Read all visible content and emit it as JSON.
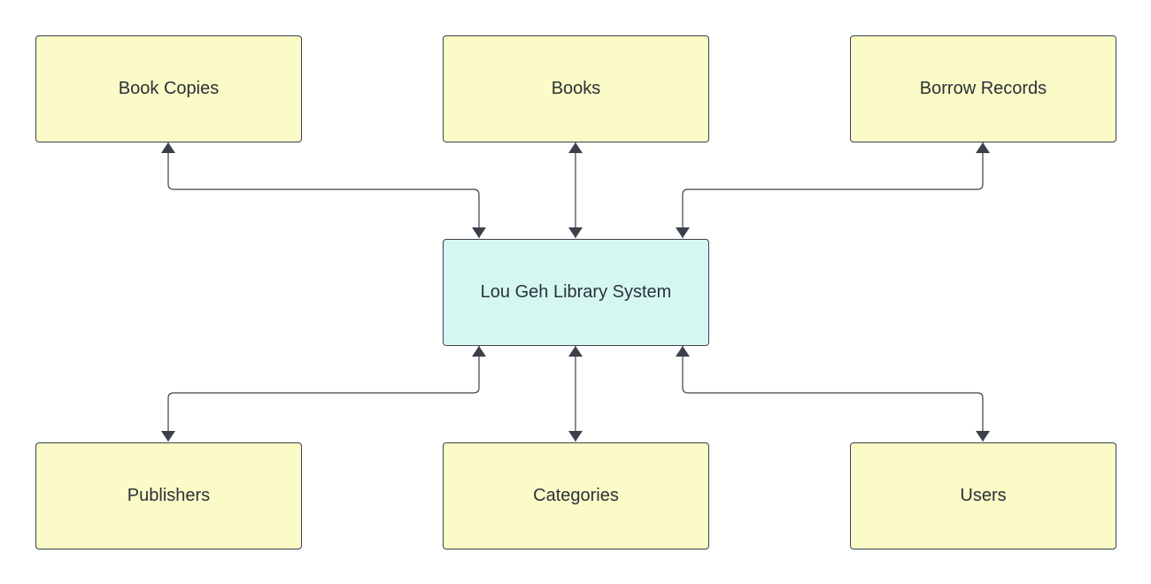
{
  "diagram": {
    "center": {
      "label": "Lou Geh Library System",
      "fill": "#d4f8f1"
    },
    "entities": {
      "book_copies": {
        "label": "Book Copies"
      },
      "books": {
        "label": "Books"
      },
      "borrow_records": {
        "label": "Borrow Records"
      },
      "publishers": {
        "label": "Publishers"
      },
      "categories": {
        "label": "Categories"
      },
      "users": {
        "label": "Users"
      }
    },
    "entity_fill": "#fafbc6",
    "stroke": "#3a414a",
    "connections": [
      {
        "from": "Book Copies",
        "to": "Lou Geh Library System",
        "arrows": "both"
      },
      {
        "from": "Books",
        "to": "Lou Geh Library System",
        "arrows": "both"
      },
      {
        "from": "Borrow Records",
        "to": "Lou Geh Library System",
        "arrows": "both"
      },
      {
        "from": "Publishers",
        "to": "Lou Geh Library System",
        "arrows": "both"
      },
      {
        "from": "Categories",
        "to": "Lou Geh Library System",
        "arrows": "both"
      },
      {
        "from": "Users",
        "to": "Lou Geh Library System",
        "arrows": "both"
      }
    ]
  }
}
